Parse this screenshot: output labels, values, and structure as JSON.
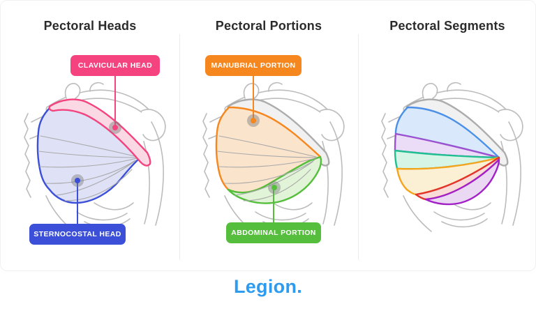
{
  "panels": [
    {
      "title": "Pectoral Heads",
      "callouts": [
        {
          "text": "CLAVICULAR HEAD",
          "color": "pink"
        },
        {
          "text": "STERNOCOSTAL HEAD",
          "color": "indigo"
        }
      ]
    },
    {
      "title": "Pectoral Portions",
      "callouts": [
        {
          "text": "MANUBRIAL PORTION",
          "color": "orange"
        },
        {
          "text": "ABDOMINAL PORTION",
          "color": "green"
        }
      ]
    },
    {
      "title": "Pectoral Segments",
      "callouts": [],
      "segment_colors": [
        "blue",
        "purple",
        "teal",
        "orange",
        "red",
        "magenta"
      ]
    }
  ],
  "footer": {
    "logo_text": "Legion."
  },
  "colors": {
    "pink": "#F4437E",
    "pink_light": "#FAD8E4",
    "indigo": "#3B4FD8",
    "indigo_light": "#DFE2F7",
    "orange": "#F6871F",
    "orange_light": "#FBE4CC",
    "green": "#55BE3C",
    "green_light": "#E1F4D8",
    "seg_blue": "#4A90E8",
    "seg_blue_light": "#D9E9FB",
    "seg_purple": "#9B51D0",
    "seg_purple_light": "#EBDDF8",
    "seg_teal": "#1FBF92",
    "seg_teal_light": "#D7F5E7",
    "seg_orange": "#F5A51D",
    "seg_orange_light": "#FCF0D4",
    "seg_red": "#E3342C",
    "seg_red_light": "#F9DBD7",
    "seg_magenta": "#A320C6",
    "seg_magenta_light": "#EBD8F3",
    "grayband": "#ACACAC",
    "grayband_light": "#F1F1F2",
    "skeleton": "#BCBCBC",
    "fiber": "#A9A9A9",
    "title": "#2B2B2B",
    "divider": "#ECECEC",
    "logo": "#2D9BF0"
  }
}
